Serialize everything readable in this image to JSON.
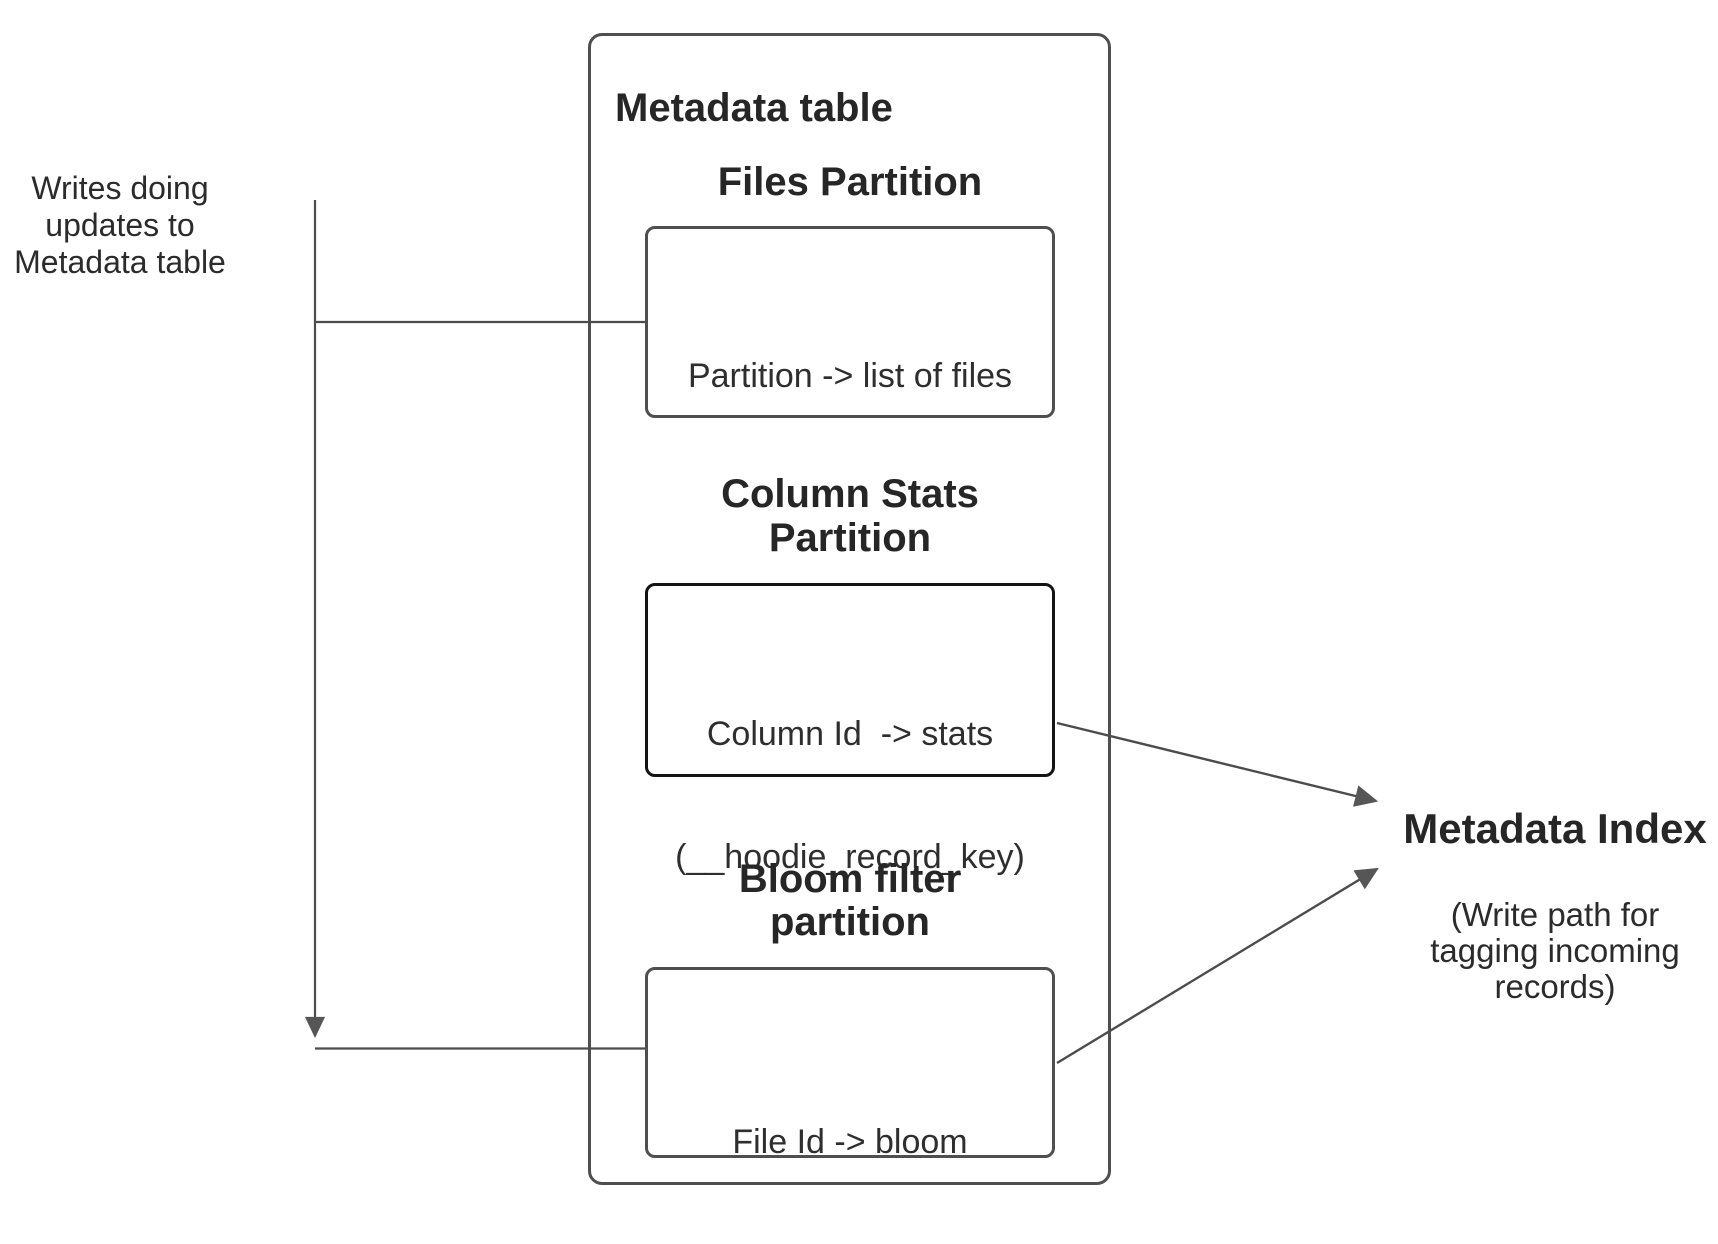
{
  "diagram": {
    "left_note": {
      "lines": [
        "Writes doing",
        "updates to",
        "Metadata table"
      ]
    },
    "metadata_table": {
      "title": "Metadata table",
      "partitions": [
        {
          "heading_lines": [
            "Files Partition"
          ],
          "box_lines": [
            "Partition -> list of files"
          ]
        },
        {
          "heading_lines": [
            "Column Stats",
            "Partition"
          ],
          "box_lines": [
            "Column Id  -> stats",
            "(__hoodie_record_key)"
          ]
        },
        {
          "heading_lines": [
            "Bloom filter",
            "partition"
          ],
          "box_lines": [
            "File Id -> bloom"
          ]
        }
      ]
    },
    "metadata_index": {
      "title": "Metadata Index",
      "caption_lines": [
        "(Write path for",
        "tagging incoming",
        "records)"
      ]
    },
    "colors": {
      "background": "#ffffff",
      "box_border": "#4f4f4f",
      "column_stats_border": "#141414",
      "line": "#4c4c4c",
      "arrowhead": "#565656",
      "text": "#2b2b2b"
    }
  }
}
